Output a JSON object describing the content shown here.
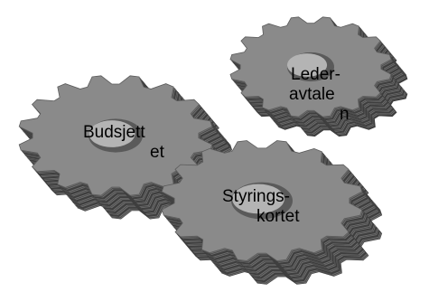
{
  "colors": {
    "gear_face": "#8a8a8a",
    "gear_side_light": "#6e6e6e",
    "gear_side_dark": "#3e3e3e",
    "gear_hub": "#b4b4b4",
    "gear_hub_shadow": "#5a5a5a",
    "label_text": "#000000"
  },
  "gears": [
    {
      "id": "leder",
      "lines": [
        "Leder-",
        "avtale",
        "n"
      ]
    },
    {
      "id": "budsjett",
      "lines": [
        "Budsjett",
        "et"
      ]
    },
    {
      "id": "styring",
      "lines": [
        "Styrings-",
        "kortet"
      ]
    }
  ]
}
